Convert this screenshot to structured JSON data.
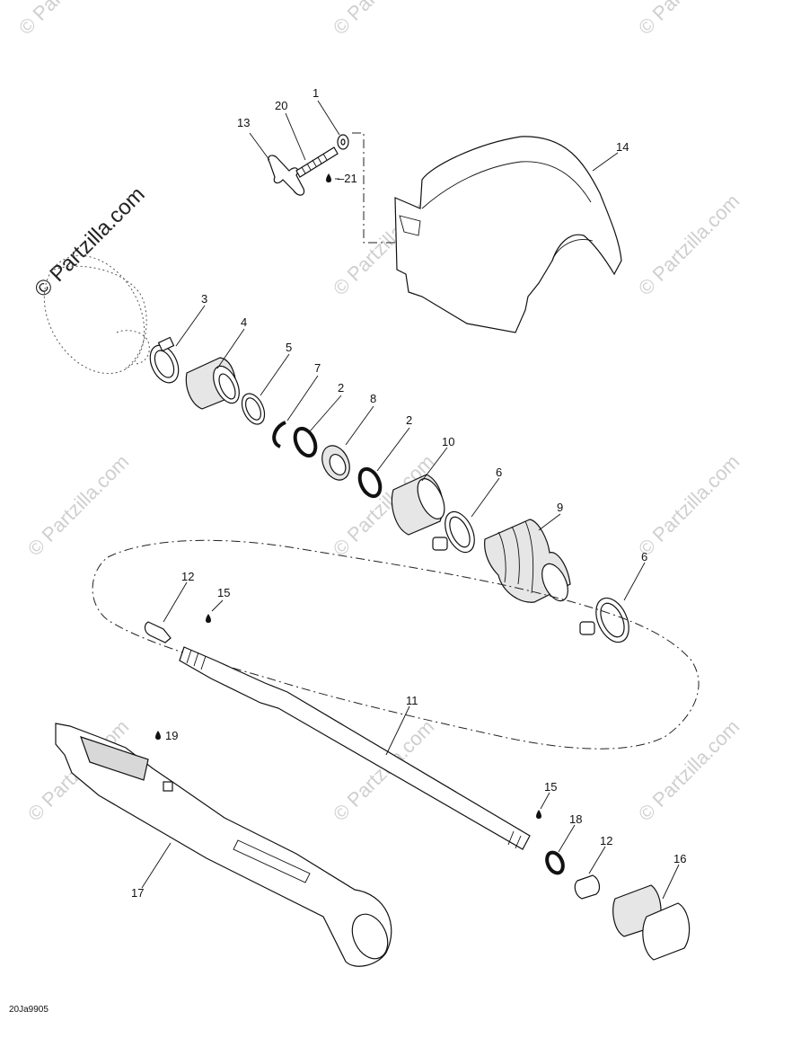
{
  "watermark": {
    "main": "© Partzilla.com",
    "tile": "© Partzilla.com"
  },
  "diagram_code": "20Ja9905",
  "callouts": {
    "c1": "1",
    "c20": "20",
    "c13": "13",
    "c21": "21",
    "c14": "14",
    "c3": "3",
    "c4": "4",
    "c5": "5",
    "c7": "7",
    "c2a": "2",
    "c8": "8",
    "c2b": "2",
    "c10": "10",
    "c6a": "6",
    "c9": "9",
    "c6b": "6",
    "c12a": "12",
    "c15a": "15",
    "c11": "11",
    "c19": "19",
    "c15b": "15",
    "c18": "18",
    "c12b": "12",
    "c16": "16",
    "c17": "17"
  }
}
